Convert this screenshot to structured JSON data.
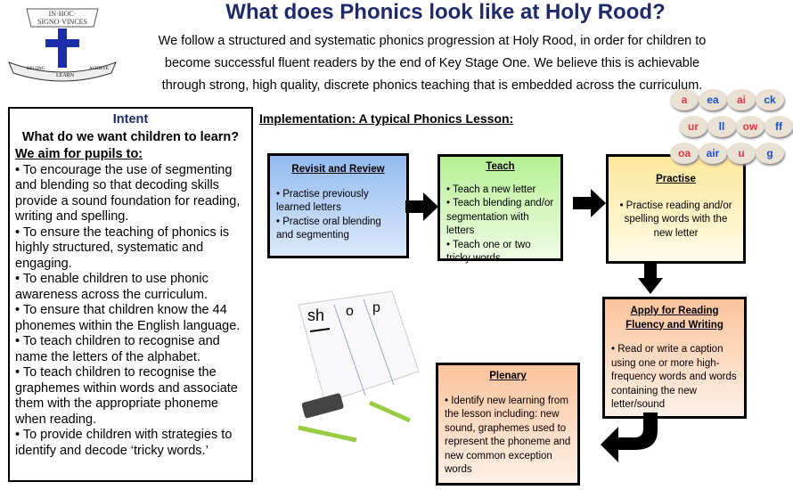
{
  "logo": {
    "top_text": "IN·HOC· SIGNO·VINCES",
    "bottom_text": [
      "BELONG",
      "LEARN",
      "ACHIEVE"
    ]
  },
  "title": "What does Phonics look like at Holy Rood?",
  "intro": [
    "We follow a structured and systematic phonics progression at Holy Rood, in order for children to",
    "become successful fluent readers by the end of Key Stage One. We believe this is achievable",
    "through strong, high quality, discrete phonics teaching that is embedded across the curriculum."
  ],
  "intent": {
    "heading": "Intent",
    "question": "What do we want children to learn?",
    "aim": "We aim for pupils to:",
    "items": [
      "• To encourage the use of segmenting and blending so that decoding skills provide a sound foundation for reading, writing and spelling.",
      "• To ensure the teaching of phonics is highly structured, systematic and engaging.",
      "• To enable children to use phonic awareness across the curriculum.",
      "• To ensure that children know the 44 phonemes within the English language.",
      "• To teach children to recognise and name the letters of the alphabet.",
      "• To teach children to recognise the graphemes within words and associate them with the appropriate phoneme when reading.",
      "• To provide children with strategies to identify and decode ‘tricky words.’"
    ]
  },
  "implementation": {
    "heading": "Implementation: A typical Phonics Lesson:",
    "steps": [
      {
        "title": "Revisit and Review",
        "items": [
          "• Practise previously learned letters",
          "• Practise oral blending and segmenting"
        ]
      },
      {
        "title": "Teach",
        "items": [
          "• Teach a new letter",
          "• Teach blending and/or segmentation with letters",
          "• Teach one or two tricky words"
        ]
      },
      {
        "title": "Practise",
        "items": [
          "• Practise reading and/or spelling words with the new letter"
        ]
      },
      {
        "title": "Apply for Reading Fluency and Writing",
        "items": [
          "• Read or write a caption using one or more high-frequency words and words containing the new letter/sound"
        ]
      },
      {
        "title": "Plenary",
        "items": [
          "• Identify new learning from the lesson including: new sound, graphemes used to represent the phoneme and new common exception words"
        ]
      }
    ]
  },
  "whiteboard": {
    "letters": [
      "sh",
      "o",
      "p"
    ]
  },
  "stones": [
    "a",
    "ea",
    "ai",
    "ck",
    "ur",
    "ll",
    "ow",
    "ff",
    "oa",
    "air",
    "u",
    "g"
  ]
}
